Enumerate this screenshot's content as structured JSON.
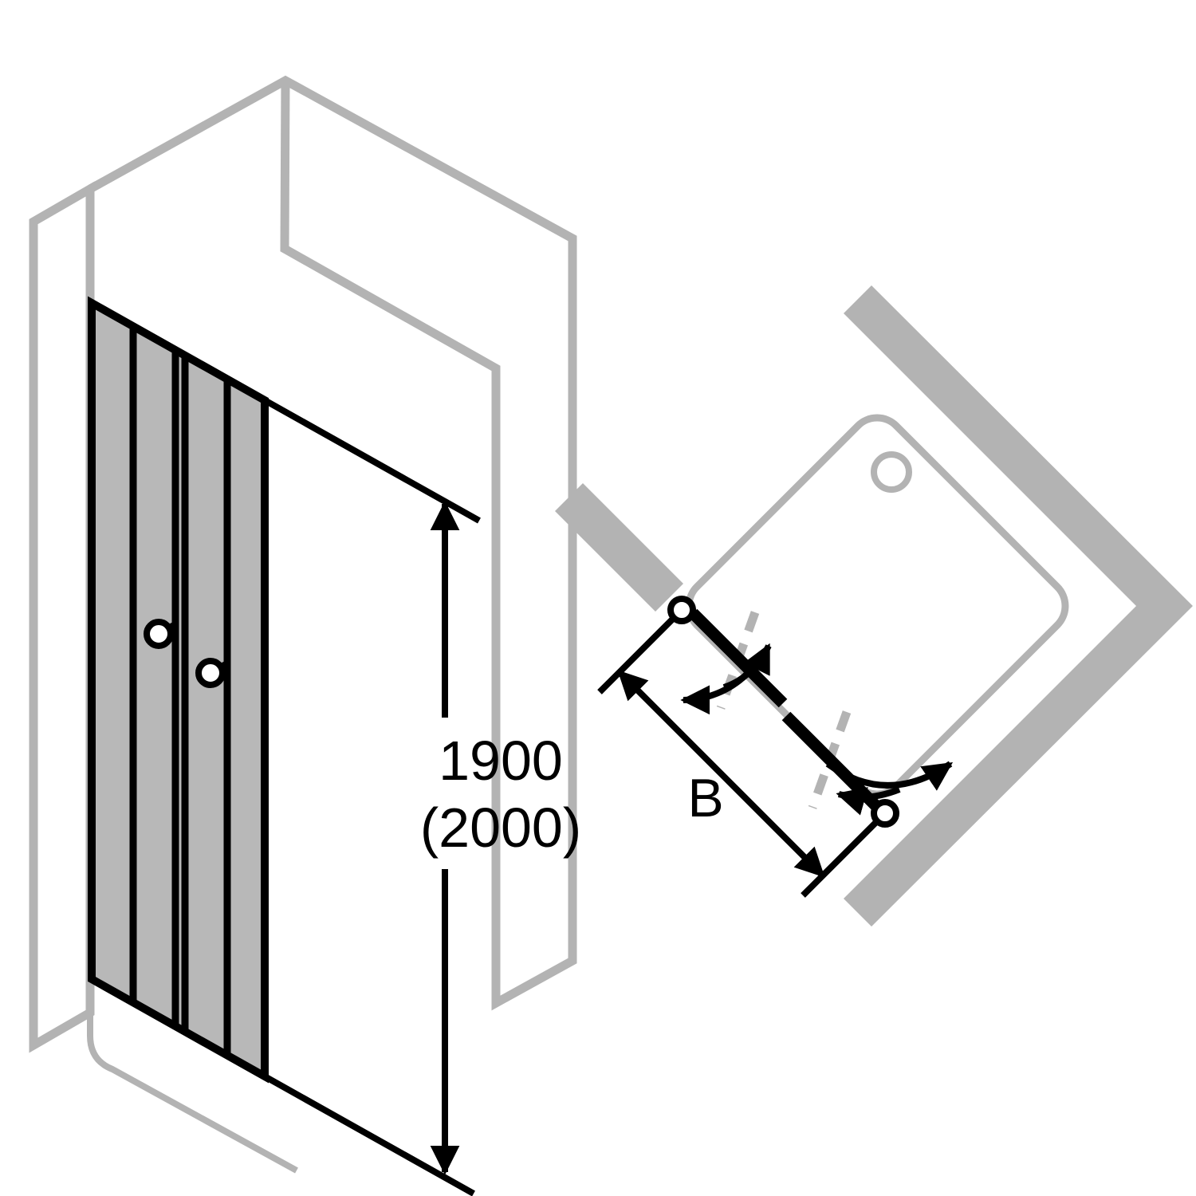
{
  "labels": {
    "height_primary": "1900",
    "height_secondary": "(2000)",
    "width_dimension": "B"
  },
  "colors": {
    "outline_gray": "#b3b3b3",
    "glass_gray": "#b8b8b8",
    "ink_black": "#000000",
    "background_white": "#ffffff"
  }
}
